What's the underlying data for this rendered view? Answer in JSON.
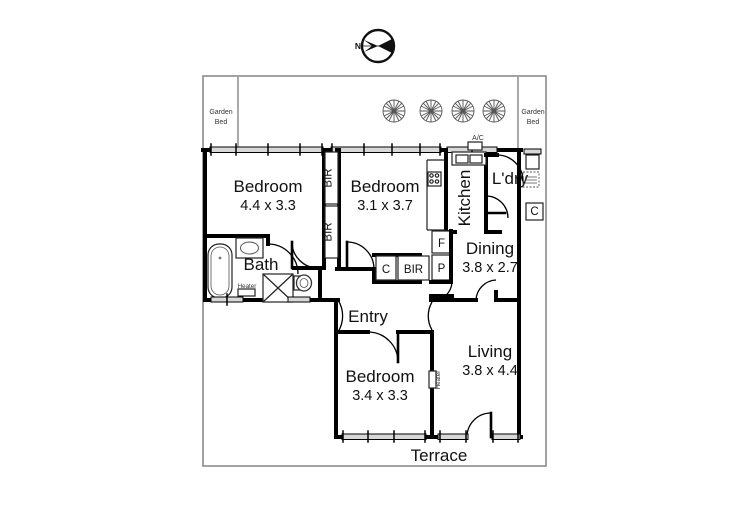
{
  "document": {
    "type": "floor-plan",
    "orientation_marker": {
      "letter": "N",
      "name": "compass-north"
    }
  },
  "rooms": [
    {
      "id": "bedroom1",
      "label": "Bedroom",
      "dims": "4.4 x 3.3"
    },
    {
      "id": "bedroom2",
      "label": "Bedroom",
      "dims": "3.1 x 3.7"
    },
    {
      "id": "bedroom3",
      "label": "Bedroom",
      "dims": "3.4 x 3.3"
    },
    {
      "id": "dining",
      "label": "Dining",
      "dims": "3.8 x 2.7"
    },
    {
      "id": "living",
      "label": "Living",
      "dims": "3.8 x 4.4"
    },
    {
      "id": "bath",
      "label": "Bath",
      "dims": ""
    },
    {
      "id": "kitchen",
      "label": "Kitchen",
      "dims": ""
    },
    {
      "id": "laundry",
      "label": "L'dry",
      "dims": ""
    },
    {
      "id": "entry",
      "label": "Entry",
      "dims": ""
    },
    {
      "id": "terrace",
      "label": "Terrace",
      "dims": ""
    }
  ],
  "annotations": {
    "garden_bed_left_line1": "Garden",
    "garden_bed_left_line2": "Bed",
    "garden_bed_right_line1": "Garden",
    "garden_bed_right_line2": "Bed",
    "ac_unit": "A/C",
    "bir_top": "BIR",
    "bir_bottom": "BIR",
    "bir_hall": "BIR",
    "cupboard_hall": "C",
    "cupboard_laundry": "C",
    "fridge": "F",
    "pantry": "P",
    "heater_bath": "Heater",
    "heater_bedroom3": "Heater"
  },
  "colors": {
    "wall": "#000000",
    "window_fill": "#d8d8d8",
    "boundary": "#8a8a8a",
    "text": "#111111",
    "paper": "#ffffff"
  }
}
